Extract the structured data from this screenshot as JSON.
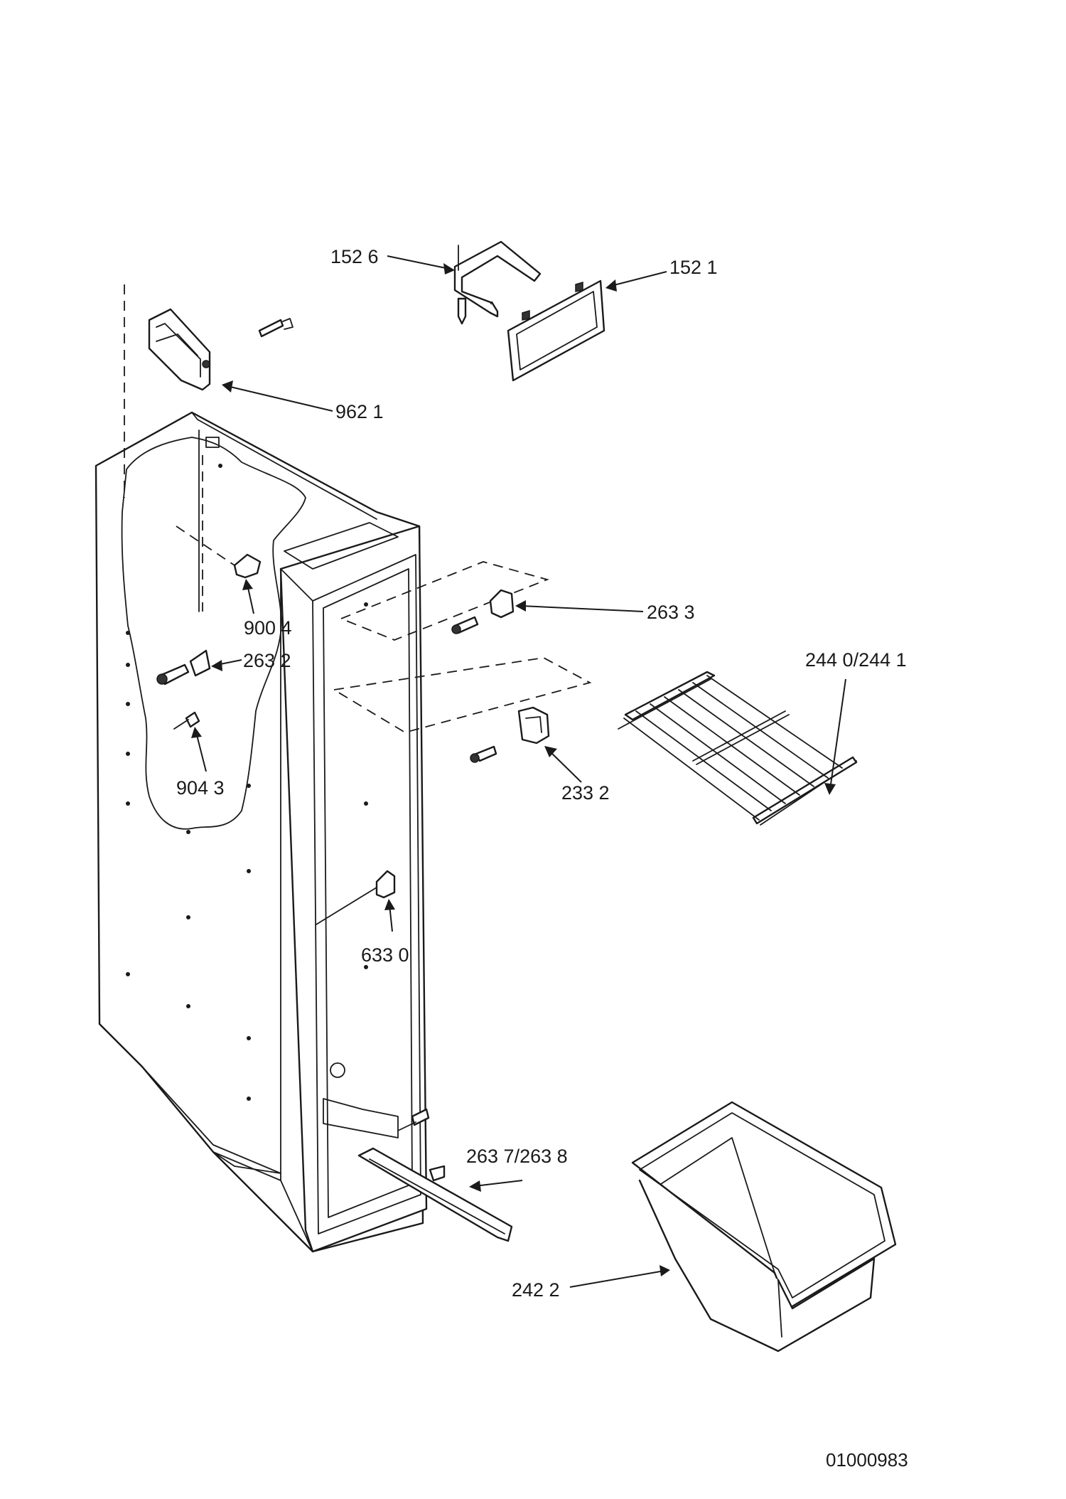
{
  "callouts": {
    "c1526": "152 6",
    "c1521": "152 1",
    "c9621": "962 1",
    "c9004": "900 4",
    "c2632": "263 2",
    "c9043": "904 3",
    "c2633": "263 3",
    "c24401": "244 0/244 1",
    "c2332": "233 2",
    "c6330": "633 0",
    "c26378": "263 7/263 8",
    "c2422": "242 2"
  },
  "document_number": "01000983"
}
